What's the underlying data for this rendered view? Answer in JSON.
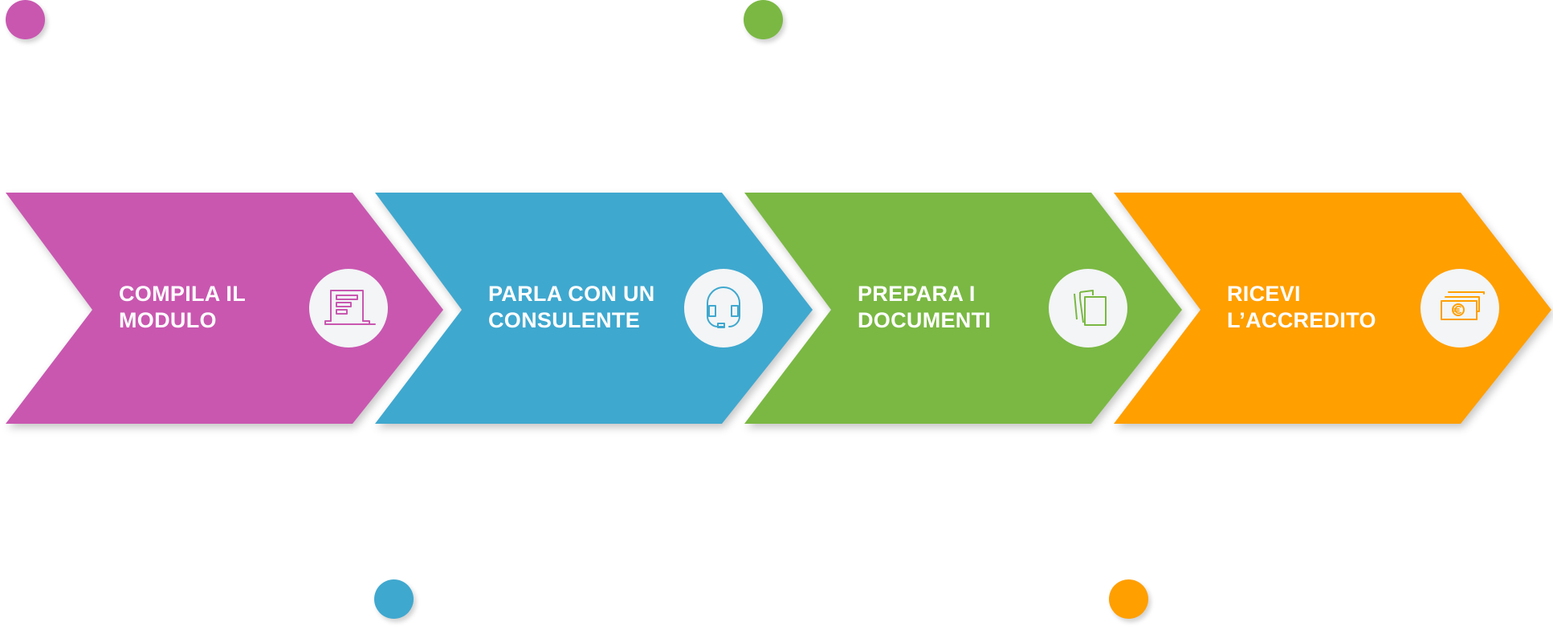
{
  "steps": [
    {
      "id": "step-1",
      "line1": "COMPILA IL",
      "line2": "MODULO",
      "icon": "laptop-form-icon",
      "color": "#c957b0"
    },
    {
      "id": "step-2",
      "line1": "PARLA CON UN",
      "line2": "CONSULENTE",
      "icon": "headset-icon",
      "color": "#3fa8cf"
    },
    {
      "id": "step-3",
      "line1": "PREPARA I",
      "line2": "DOCUMENTI",
      "icon": "documents-icon",
      "color": "#7ab843"
    },
    {
      "id": "step-4",
      "line1": "RICEVI",
      "line2": "L’ACCREDITO",
      "icon": "euro-banknotes-icon",
      "color": "#ff9f00"
    }
  ],
  "dots": [
    "#c957b0",
    "#7ab843",
    "#3fa8cf",
    "#ff9f00"
  ]
}
